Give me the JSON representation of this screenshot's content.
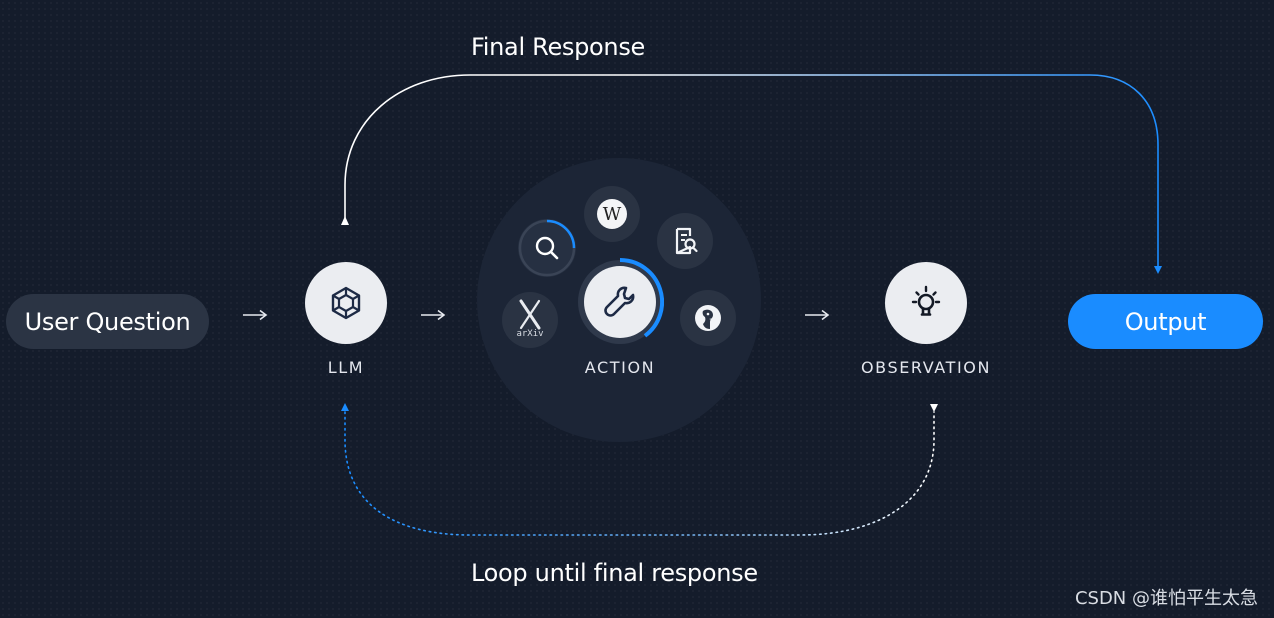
{
  "diagram": {
    "top_caption": "Final Response",
    "bottom_caption": "Loop until final response",
    "user_question": "User Question",
    "output": "Output",
    "llm_label": "LLM",
    "action_label": "ACTION",
    "observation_label": "OBSERVATION",
    "arxiv_text": "arXiv",
    "wikipedia_glyph": "W"
  },
  "icons": {
    "llm": "cube-hexagon-icon",
    "action": "wrench-icon",
    "observation": "lightbulb-icon",
    "search": "search-icon",
    "wikipedia": "wikipedia-icon",
    "document_search": "document-search-icon",
    "arxiv": "arxiv-icon",
    "duckduckgo": "duckduckgo-icon"
  },
  "colors": {
    "background": "#141c2b",
    "accent_blue": "#1a8cff",
    "pill_dark": "#2b3444",
    "node_fill": "#ebedf1",
    "icon_dark": "#1d2a45"
  },
  "watermark": "CSDN @谁怕平生太急"
}
